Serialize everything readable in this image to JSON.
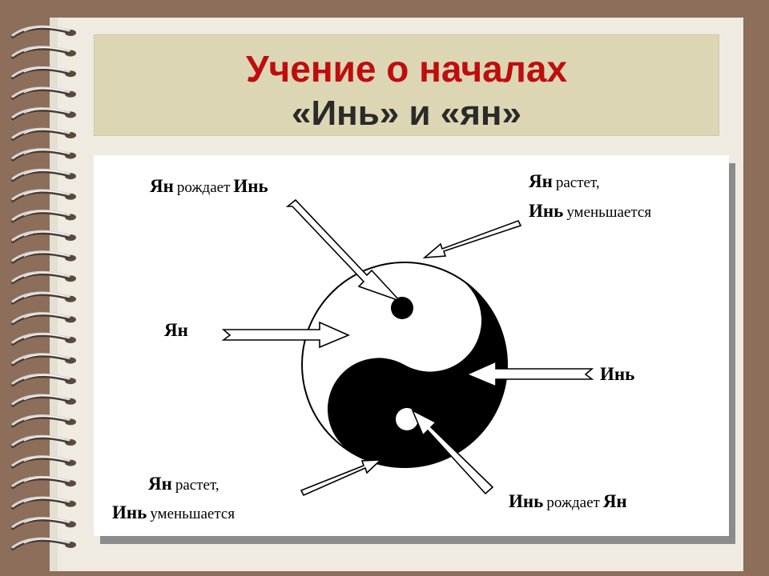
{
  "slide": {
    "title_line1": "Учение о началах",
    "title_line2": "«Инь» и «ян»"
  },
  "labels": {
    "yang_births_yin": {
      "word1": "Ян",
      "verb": "рождает",
      "word2": "Инь"
    },
    "yang_grows_top": {
      "word1": "Ян",
      "verb1": "растет,",
      "word2": "Инь",
      "verb2": "уменьшается"
    },
    "yang": "Ян",
    "yin": "Инь",
    "yang_grows_bottom": {
      "word1": "Ян",
      "verb1": "растет,",
      "word2": "Инь",
      "verb2": "уменьшается"
    },
    "yin_births_yang": {
      "word1": "Инь",
      "verb": "рождает",
      "word2": "Ян"
    }
  },
  "icons": {
    "symbol": "yin-yang-icon",
    "rings": "spiral-binding-icon"
  },
  "colors": {
    "background": "#8c6e5b",
    "page": "#efebe1",
    "title_box": "#dcd6b4",
    "title_accent": "#bf0d0d",
    "title_text": "#2a2a2a"
  }
}
